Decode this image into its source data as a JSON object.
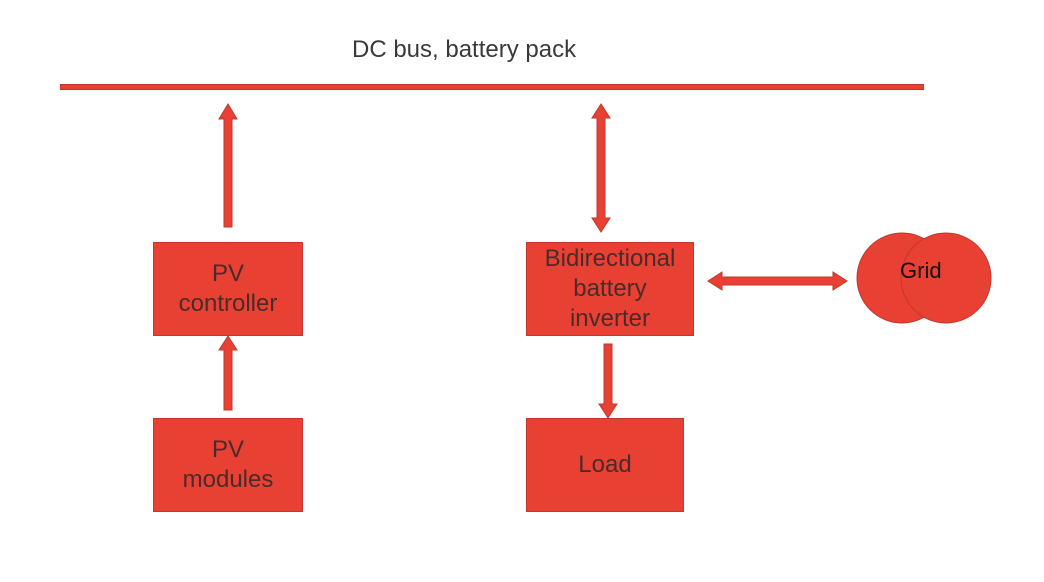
{
  "title": "DC bus, battery pack",
  "nodes": {
    "pv_controller": "PV\ncontroller",
    "pv_modules": "PV\nmodules",
    "inverter": "Bidirectional\nbattery\ninverter",
    "load": "Load",
    "grid": "Grid"
  },
  "colors": {
    "fill": "#e84033",
    "stroke": "#c1372c",
    "text": "#4a2b2b"
  }
}
